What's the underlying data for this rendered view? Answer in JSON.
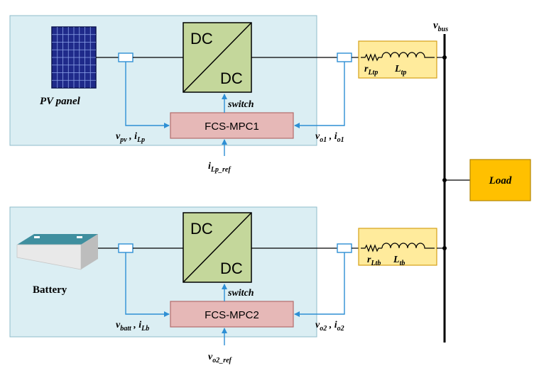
{
  "colors": {
    "panel_bg": "#dbeef3",
    "panel_border": "#8fbccb",
    "converter_fill": "#c4d79b",
    "mpc_fill": "#e6b8b7",
    "mpc_border": "#b36b6b",
    "filter_fill": "#ffeb9c",
    "filter_border": "#d4a017",
    "load_fill": "#ffc000",
    "signal": "#2e8fd4",
    "pv_cell": "#1f2a8a"
  },
  "bus": {
    "base": "v",
    "sub": "bus"
  },
  "pv": {
    "source_label": "PV panel",
    "converter_top": "DC",
    "converter_bottom": "DC",
    "controller": "FCS-MPC1",
    "switch_label": "switch",
    "in_meas": {
      "v": "v",
      "v_sub": "pv",
      "i": "i",
      "i_sub": "Lp"
    },
    "out_meas": {
      "v": "v",
      "v_sub": "o1",
      "i": "i",
      "i_sub": "o1"
    },
    "ref": {
      "base": "i",
      "sub": "Lp_ref"
    },
    "filter_r": {
      "base": "r",
      "sub": "Ltp"
    },
    "filter_l": {
      "base": "L",
      "sub": "tp"
    }
  },
  "battery": {
    "source_label": "Battery",
    "converter_top": "DC",
    "converter_bottom": "DC",
    "controller": "FCS-MPC2",
    "switch_label": "switch",
    "in_meas": {
      "v": "v",
      "v_sub": "batt",
      "i": "i",
      "i_sub": "Lb"
    },
    "out_meas": {
      "v": "v",
      "v_sub": "o2",
      "i": "i",
      "i_sub": "o2"
    },
    "ref": {
      "base": "v",
      "sub": "o2_ref"
    },
    "filter_r": {
      "base": "r",
      "sub": "Ltb"
    },
    "filter_l": {
      "base": "L",
      "sub": "tb"
    }
  },
  "load_label": "Load"
}
